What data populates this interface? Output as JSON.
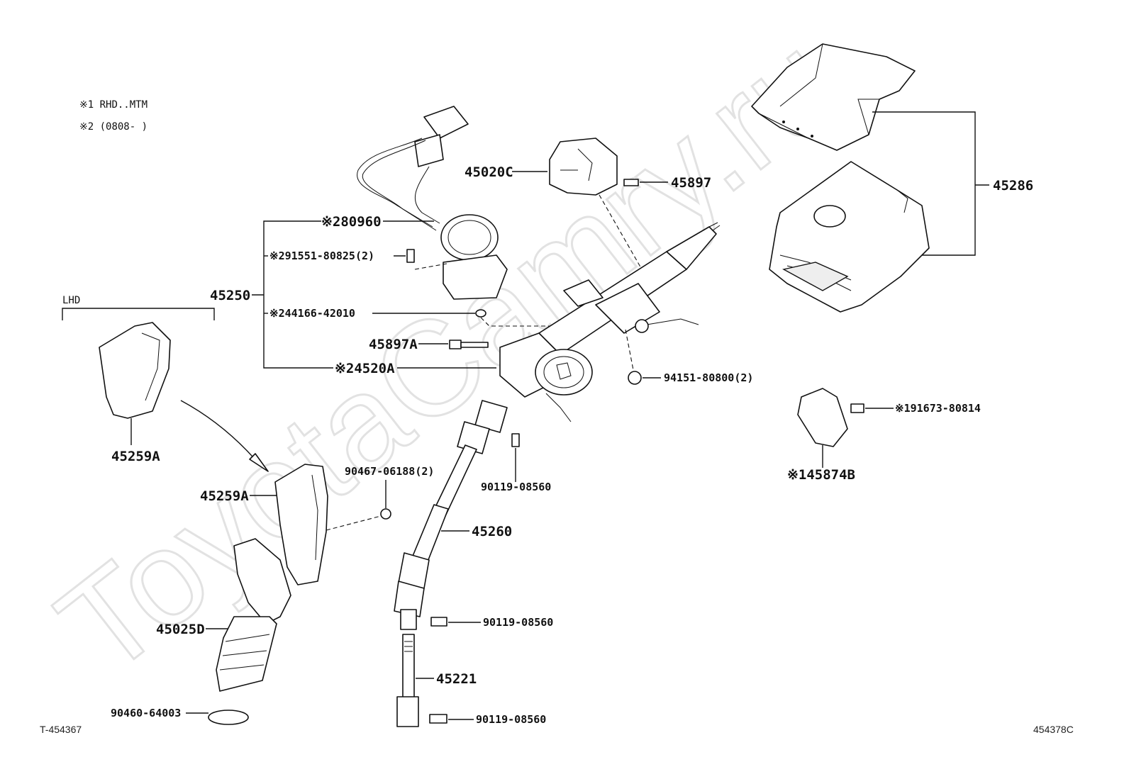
{
  "watermark": "ToyotaCamry.ru",
  "notes": [
    "※1 RHD..MTM",
    "※2 (0808-    )"
  ],
  "group_label": "LHD",
  "codes": {
    "left": "T-454367",
    "right": "454378C"
  },
  "callouts": {
    "p45020C": "45020C",
    "p45897": "45897",
    "p45286": "45286",
    "p80960": "※280960",
    "p91551": "※291551-80825(2)",
    "p45250": "45250",
    "p44166": "※244166-42010",
    "p45897A": "45897A",
    "p4520A": "※24520A",
    "p94151": "94151-80800(2)",
    "p91673": "※191673-80814",
    "p45874B": "※145874B",
    "p45259A_top": "45259A",
    "p45259A": "45259A",
    "p90467": "90467-06188(2)",
    "p90119_a": "90119-08560",
    "p45260": "45260",
    "p90119_b": "90119-08560",
    "p45025D": "45025D",
    "p45221": "45221",
    "p90460": "90460-64003",
    "p90119_c": "90119-08560"
  }
}
